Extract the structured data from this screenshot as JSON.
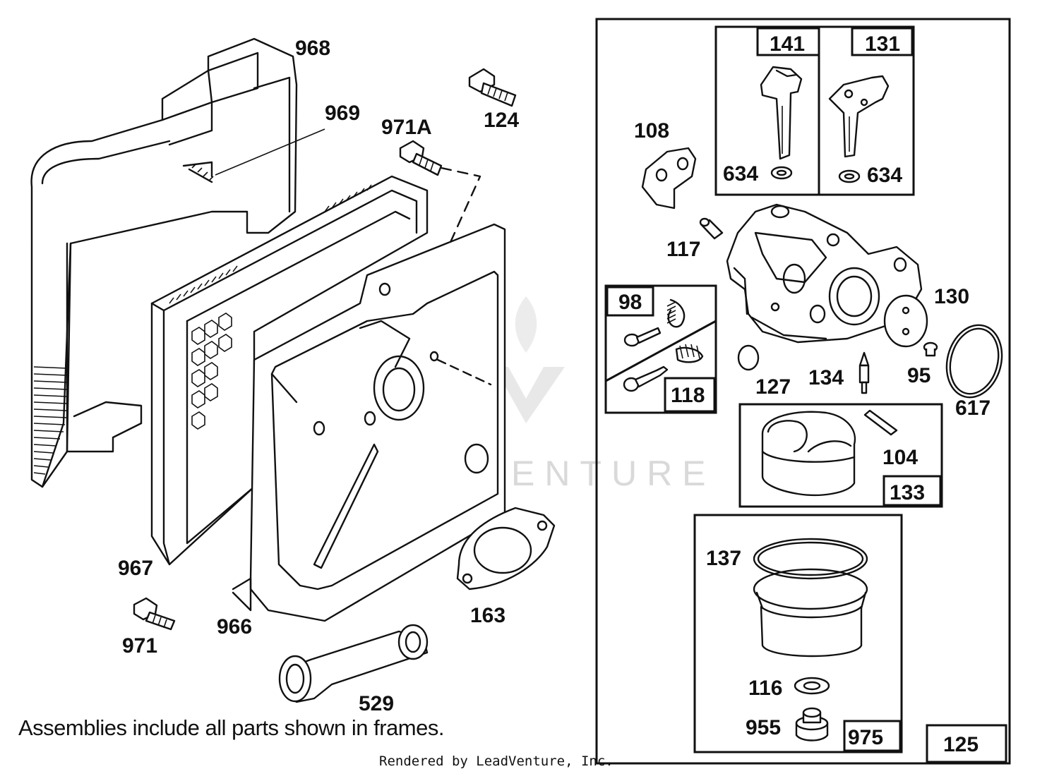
{
  "diagram": {
    "watermark": "LEADVENTURE",
    "footnote": "Assemblies include all parts shown in frames.",
    "credit": "Rendered by LeadVenture, Inc.",
    "part_labels": {
      "p968": "968",
      "p969": "969",
      "p971A": "971A",
      "p124": "124",
      "p967": "967",
      "p966": "966",
      "p971": "971",
      "p163": "163",
      "p529": "529",
      "p108": "108",
      "p117": "117",
      "p127": "127",
      "p134": "134",
      "p95": "95",
      "p130": "130",
      "p617": "617",
      "p104": "104",
      "p137": "137",
      "p116": "116",
      "p955": "955",
      "p634a": "634",
      "p634b": "634"
    },
    "frame_tags": {
      "f141": "141",
      "f131": "131",
      "f98": "98",
      "f118": "118",
      "f133": "133",
      "f975": "975",
      "f125": "125"
    }
  }
}
